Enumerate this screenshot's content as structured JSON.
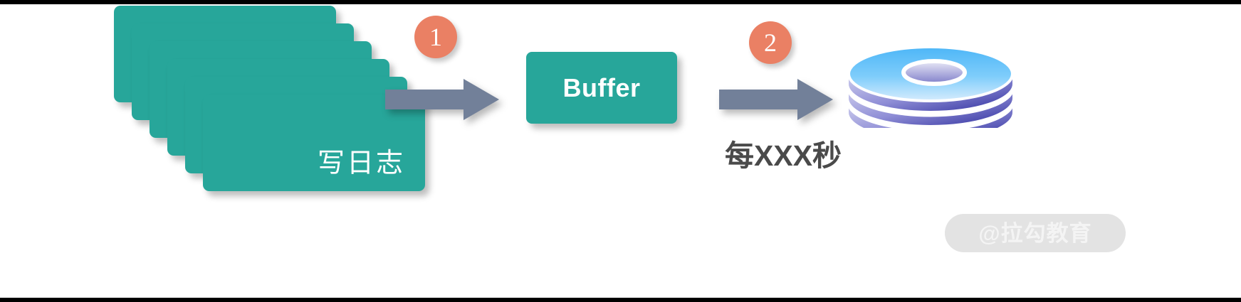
{
  "diagram": {
    "title": "log write buffer flush flow",
    "background": "#ffffff",
    "source_card": {
      "label": "写日志",
      "color": "#27a69a",
      "stack_count": 6
    },
    "steps": [
      {
        "number": "1",
        "color": "#ea8064"
      },
      {
        "number": "2",
        "color": "#ea8064"
      }
    ],
    "arrows": [
      {
        "name": "arrow-cards-to-buffer",
        "color": "#728099"
      },
      {
        "name": "arrow-buffer-to-database",
        "color": "#728099"
      }
    ],
    "buffer": {
      "label": "Buffer",
      "color": "#27a69a"
    },
    "database": {
      "name": "database-cylinder",
      "top_color": "#5fc0f5",
      "ring_color": "#3a35a8",
      "layers": 3
    },
    "caption": {
      "text": "每XXX秒",
      "color": "#4a4a4a"
    },
    "watermark": {
      "text": "@拉勾教育",
      "pill_color": "#e3e3e3",
      "text_color": "#f4f4f4"
    }
  }
}
